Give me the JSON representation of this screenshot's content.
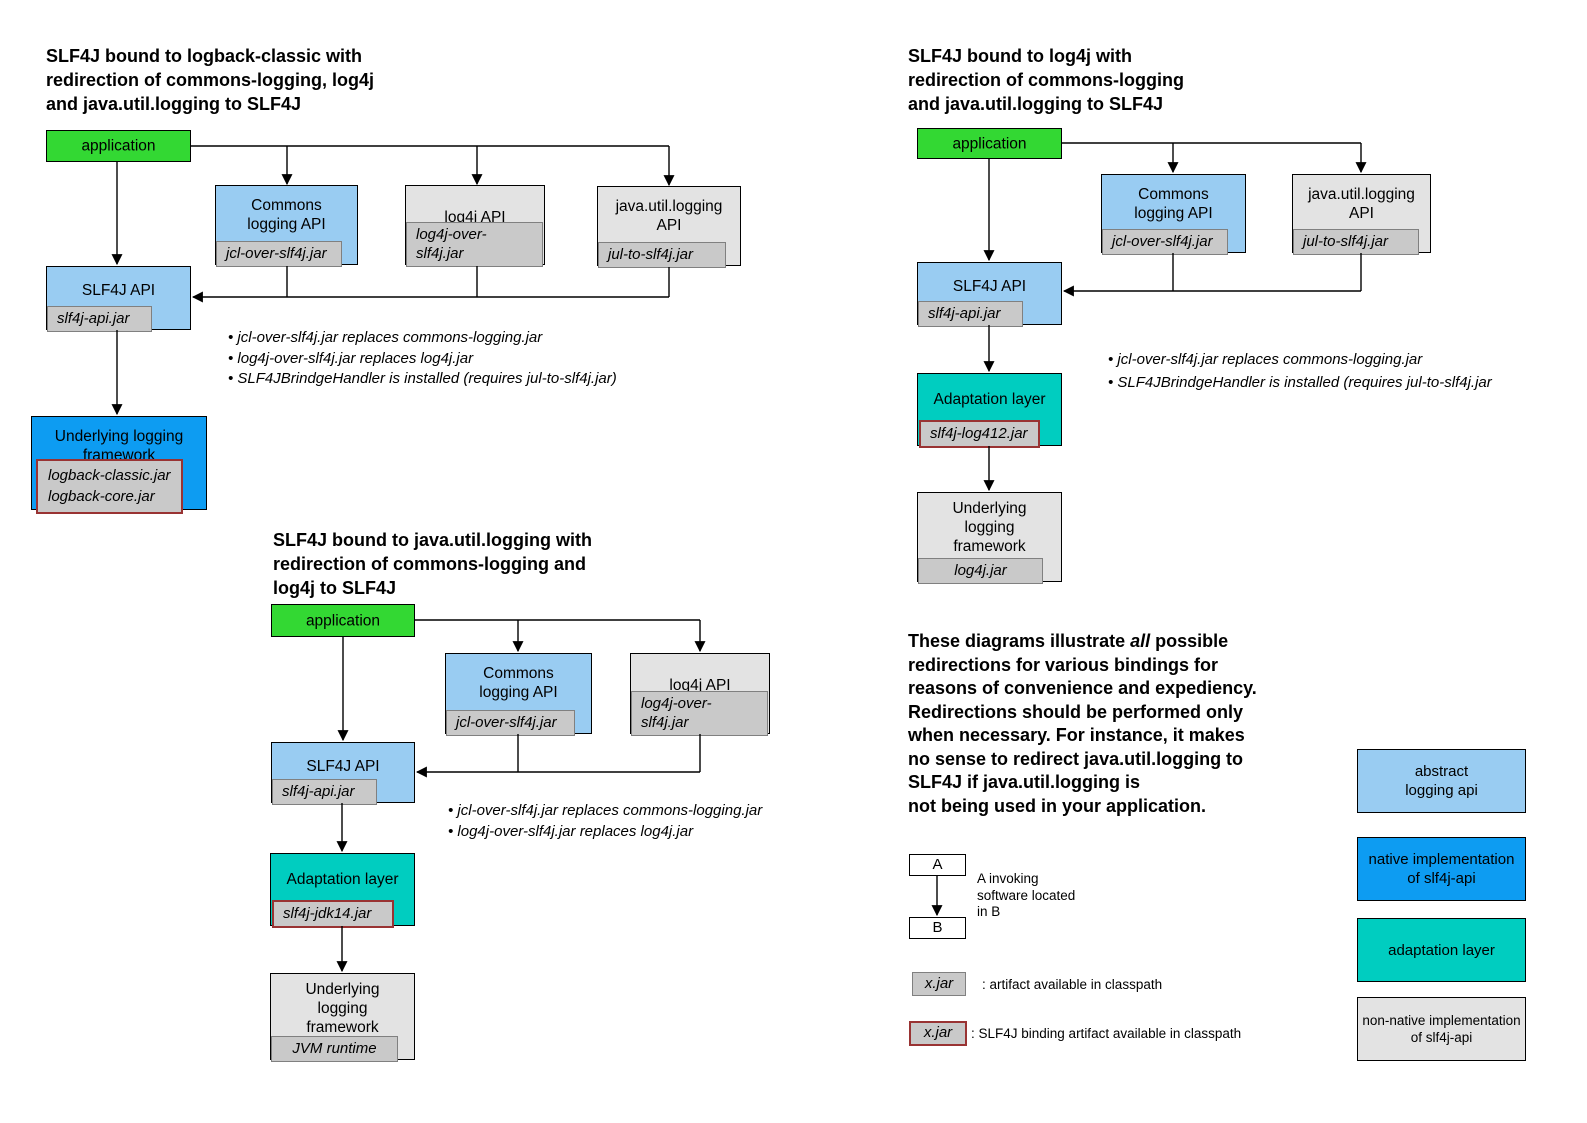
{
  "palette": {
    "application_green": "#33D833",
    "abstract_api_blue": "#99CCF2",
    "native_impl_blue": "#0D9CF2",
    "adaptation_teal": "#00CDC0",
    "non_native_gray": "#E3E3E3",
    "jar_gray": "#C9C9C9",
    "jar_border_gray": "#808080",
    "binding_jar_border_red": "#993333"
  },
  "d1": {
    "title": "SLF4J bound to logback-classic with\nredirection of commons-logging, log4j\nand java.util.logging to SLF4J",
    "application_label": "application",
    "commons": {
      "label": "Commons\nlogging API",
      "jar": "jcl-over-slf4j.jar"
    },
    "log4j": {
      "label": "log4j API",
      "jar": "log4j-over-slf4j.jar"
    },
    "jul": {
      "label": "java.util.logging\nAPI",
      "jar": "jul-to-slf4j.jar"
    },
    "slf4j": {
      "label": "SLF4J API",
      "jar": "slf4j-api.jar"
    },
    "framework": {
      "label": "Underlying logging\nframework",
      "jar": "logback-classic.jar\nlogback-core.jar"
    },
    "bullets": "• jcl-over-slf4j.jar replaces commons-logging.jar\n• log4j-over-slf4j.jar replaces log4j.jar\n• SLF4JBrindgeHandler is installed (requires jul-to-slf4j.jar)"
  },
  "d2": {
    "title": "SLF4J bound to log4j with\nredirection of commons-logging\nand java.util.logging to SLF4J",
    "application_label": "application",
    "commons": {
      "label": "Commons\nlogging API",
      "jar": "jcl-over-slf4j.jar"
    },
    "jul": {
      "label": "java.util.logging\nAPI",
      "jar": "jul-to-slf4j.jar"
    },
    "slf4j": {
      "label": "SLF4J API",
      "jar": "slf4j-api.jar"
    },
    "adaptation": {
      "label": "Adaptation layer",
      "jar": "slf4j-log412.jar"
    },
    "framework": {
      "label": "Underlying\nlogging\nframework",
      "jar": "log4j.jar"
    },
    "bullets": "• jcl-over-slf4j.jar replaces commons-logging.jar\n• SLF4JBrindgeHandler is installed (requires jul-to-slf4j.jar"
  },
  "d3": {
    "title": "SLF4J bound to java.util.logging with\nredirection of commons-logging and\nlog4j to SLF4J",
    "application_label": "application",
    "commons": {
      "label": "Commons\nlogging API",
      "jar": "jcl-over-slf4j.jar"
    },
    "log4j": {
      "label": "log4j API",
      "jar": "log4j-over-slf4j.jar"
    },
    "slf4j": {
      "label": "SLF4J API",
      "jar": "slf4j-api.jar"
    },
    "adaptation": {
      "label": "Adaptation layer",
      "jar": "slf4j-jdk14.jar"
    },
    "framework": {
      "label": "Underlying\nlogging\nframework",
      "jar": "JVM runtime"
    },
    "bullets": "• jcl-over-slf4j.jar replaces commons-logging.jar\n• log4j-over-slf4j.jar replaces log4j.jar"
  },
  "note": {
    "pre": "These diagrams illustrate ",
    "emphasis": "all",
    "post": " possible\nredirections for various bindings for\nreasons of convenience and expediency.\nRedirections should be performed only\nwhen necessary. For instance, it makes\nno sense to redirect java.util.logging to\nSLF4J if java.util.logging is\nnot being used in your application."
  },
  "legend": {
    "box_a": "A",
    "box_b": "B",
    "invoke_caption": "A invoking\nsoftware located\nin B",
    "artifact": {
      "label": "x.jar",
      "caption": ": artifact available in classpath"
    },
    "binding_artifact": {
      "label": "x.jar",
      "caption": ": SLF4J binding artifact available in classpath"
    },
    "types": [
      {
        "label": "abstract\nlogging api"
      },
      {
        "label": "native implementation\nof slf4j-api"
      },
      {
        "label": "adaptation layer"
      },
      {
        "label": "non-native implementation\nof slf4j-api"
      }
    ]
  }
}
